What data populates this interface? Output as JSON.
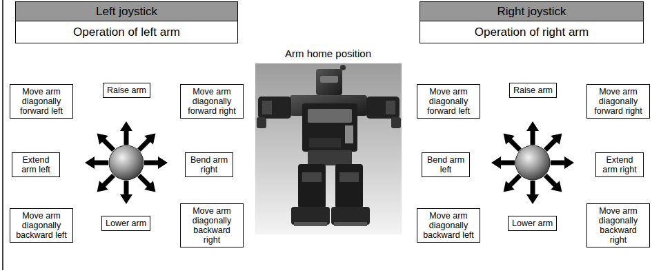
{
  "diagram": {
    "nodes": [
      {
        "text": [
          "Left joystick"
        ]
      },
      {
        "text": [
          "Operation of left arm"
        ]
      },
      {
        "text": [
          "Right joystick"
        ]
      },
      {
        "text": [
          "Operation of right arm"
        ]
      },
      {
        "text": [
          "Raise arm"
        ]
      },
      {
        "text": [
          "Move arm diagonally forward left"
        ]
      },
      {
        "text": [
          "Move arm diagonally forward right"
        ]
      },
      {
        "text": [
          "Extend arm left"
        ]
      },
      {
        "text": [
          "Bend arm right"
        ]
      },
      {
        "text": [
          "Move arm diagonally backward left"
        ]
      },
      {
        "text": [
          "Lower arm"
        ]
      },
      {
        "text": [
          "Move arm diagonally backward right"
        ]
      },
      {
        "text": [
          "Raise arm"
        ]
      },
      {
        "text": [
          "Move arm diagonally forward left"
        ]
      },
      {
        "text": [
          "Move arm diagonally forward right"
        ]
      },
      {
        "text": [
          "Bend arm left"
        ]
      },
      {
        "text": [
          "Extend arm right"
        ]
      },
      {
        "text": [
          "Move arm diagonally backward left"
        ]
      },
      {
        "text": [
          "Lower arm"
        ]
      },
      {
        "text": [
          "Move arm diagonally backward right"
        ]
      }
    ],
    "labels": [
      "Arm home position"
    ]
  }
}
